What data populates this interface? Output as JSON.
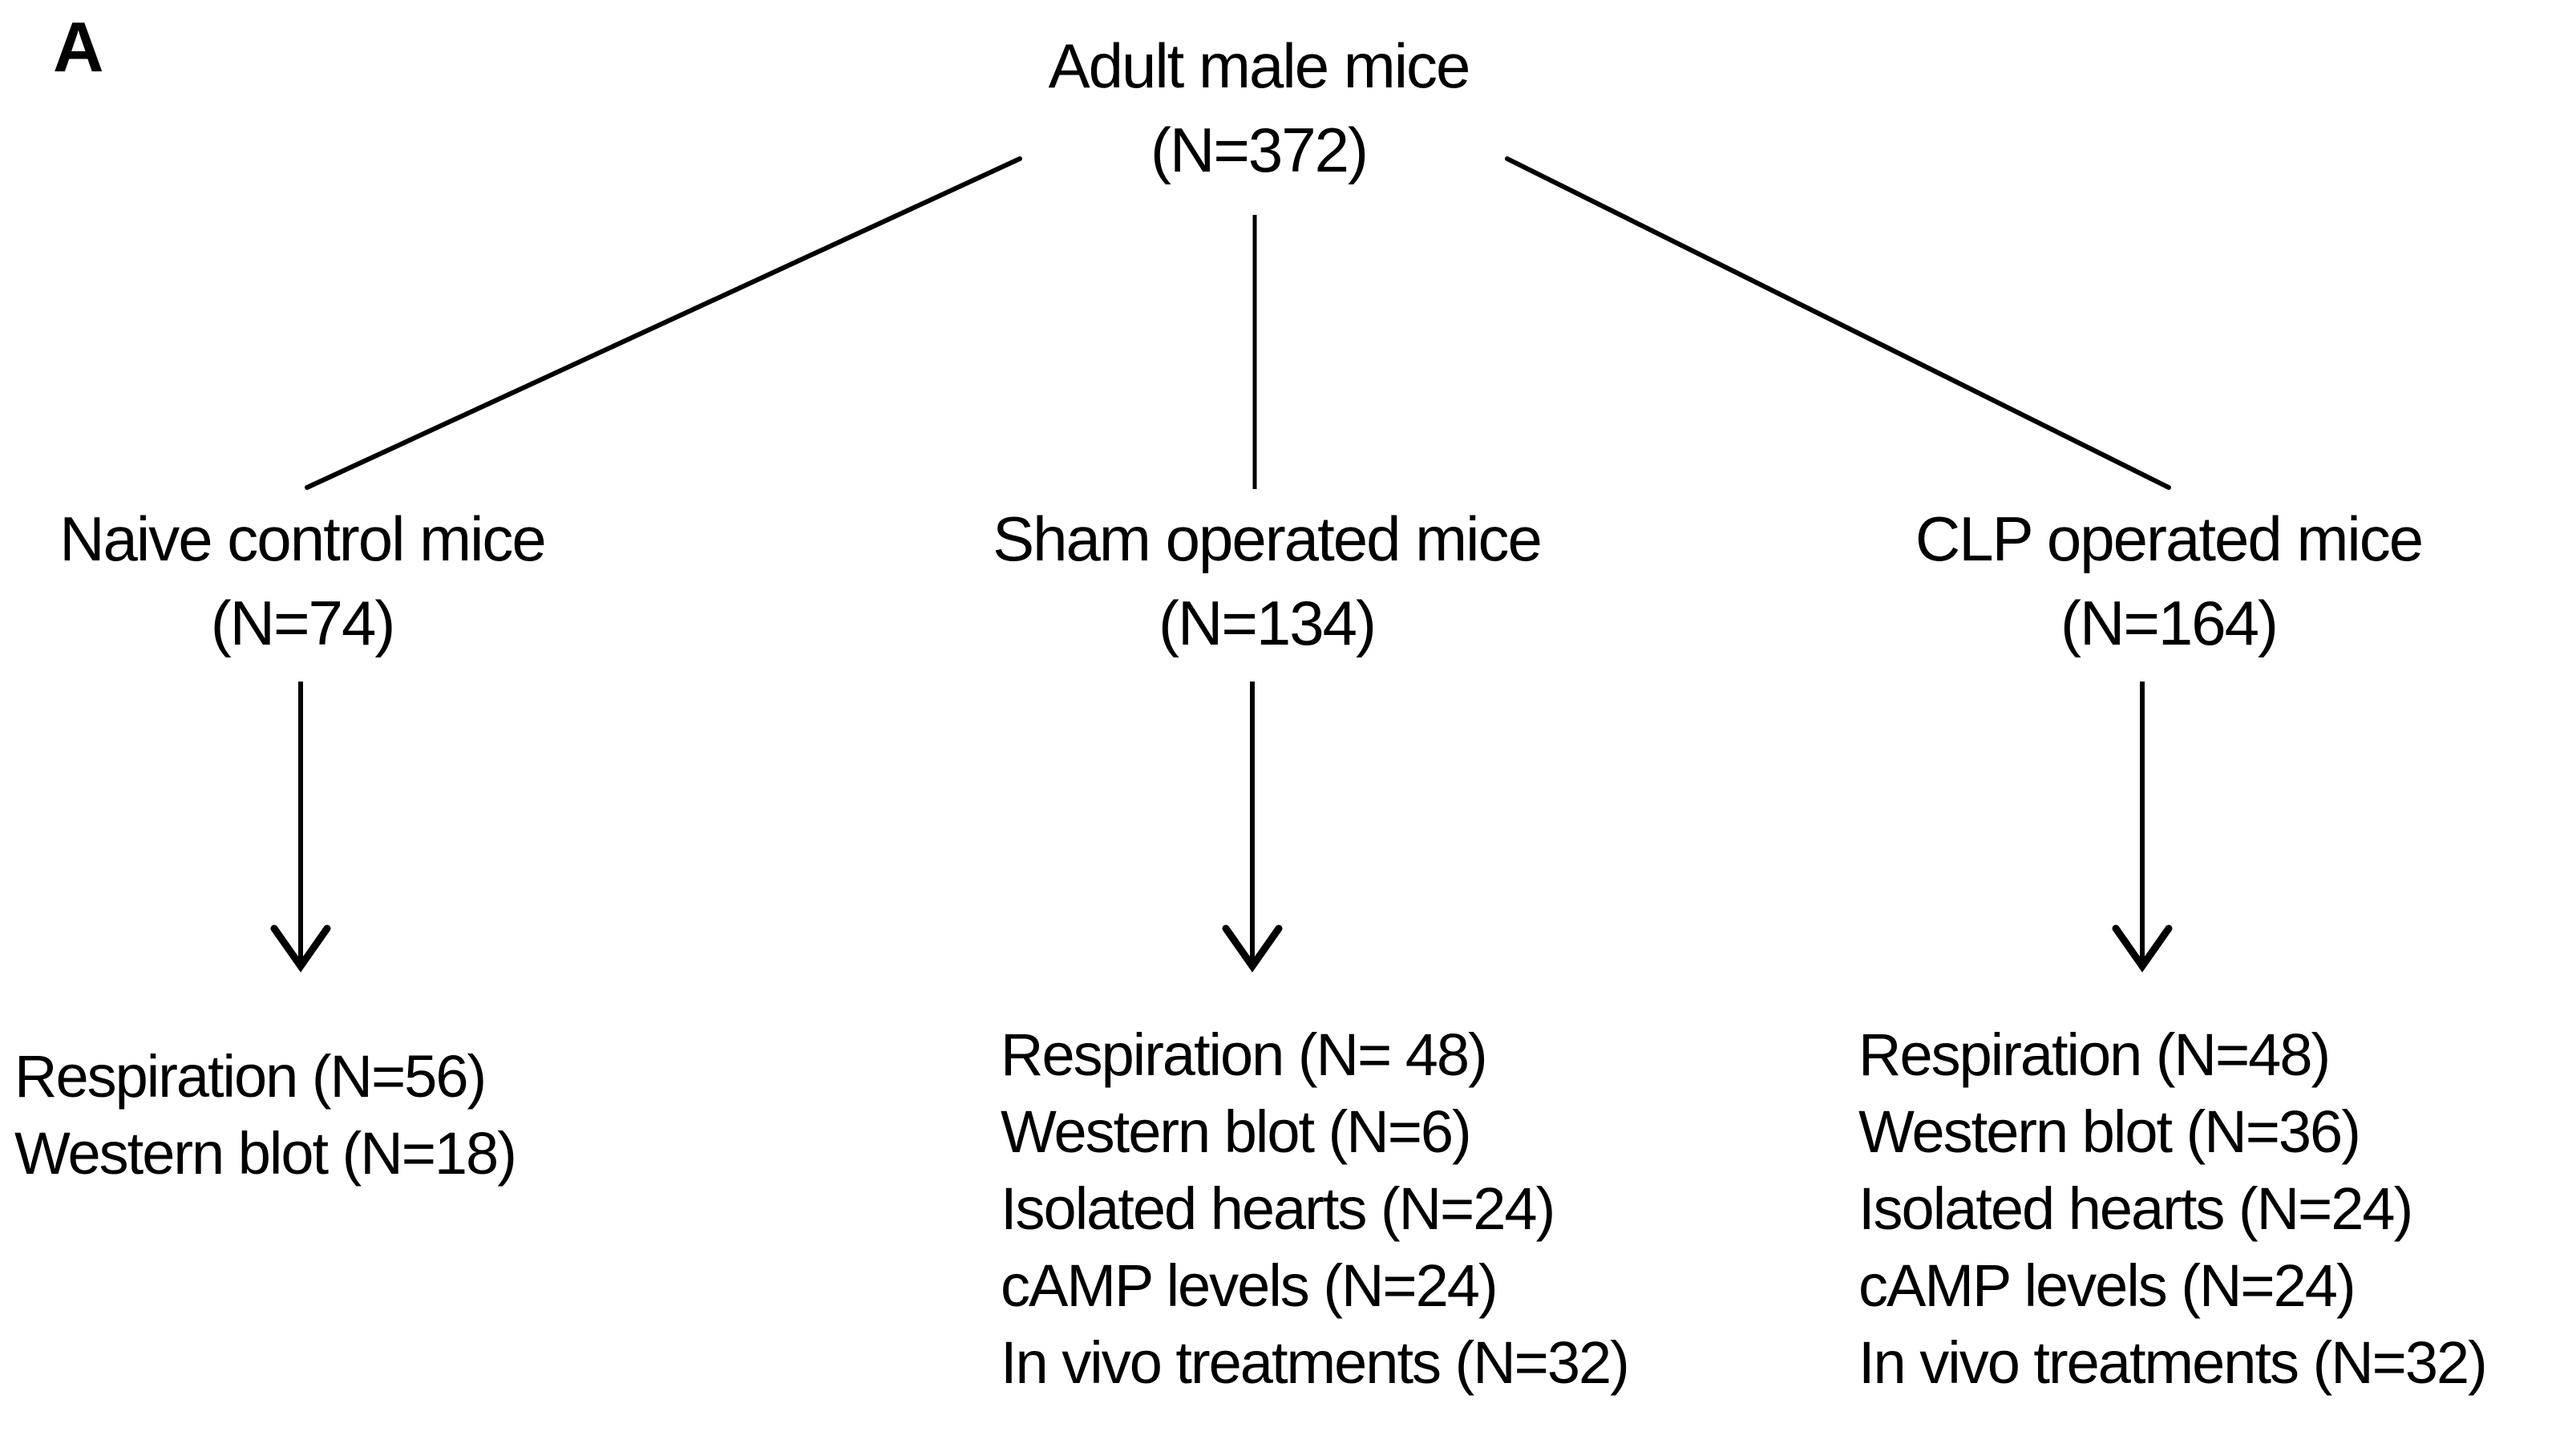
{
  "panel_label": "A",
  "colors": {
    "text": "#000000",
    "background": "#ffffff",
    "line": "#000000"
  },
  "root": {
    "line1": "Adult male mice",
    "line2": "(N=372)"
  },
  "branches": [
    {
      "line1": "Naive control mice",
      "line2": "(N=74)",
      "items": [
        "Respiration (N=56)",
        "Western blot (N=18)"
      ]
    },
    {
      "line1": "Sham operated mice",
      "line2": "(N=134)",
      "items": [
        "Respiration (N= 48)",
        "Western blot (N=6)",
        "Isolated hearts (N=24)",
        "cAMP levels (N=24)",
        "In vivo treatments (N=32)"
      ]
    },
    {
      "line1": "CLP operated mice",
      "line2": "(N=164)",
      "items": [
        "Respiration (N=48)",
        "Western blot (N=36)",
        "Isolated hearts (N=24)",
        "cAMP levels (N=24)",
        "In vivo treatments (N=32)"
      ]
    }
  ]
}
